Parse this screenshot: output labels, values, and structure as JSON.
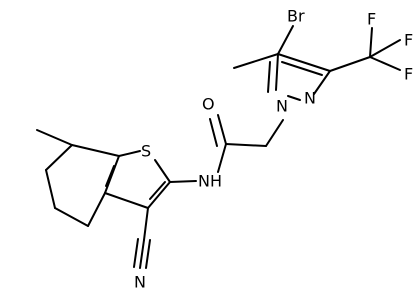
{
  "molecule": {
    "atoms": [
      {
        "id": "br",
        "text": "Br",
        "icon": "bromine-atom-icon"
      },
      {
        "id": "f1",
        "text": "F",
        "icon": "fluorine-atom-icon"
      },
      {
        "id": "f2",
        "text": "F",
        "icon": "fluorine-atom-icon"
      },
      {
        "id": "f3",
        "text": "F",
        "icon": "fluorine-atom-icon"
      },
      {
        "id": "o",
        "text": "O",
        "icon": "oxygen-atom-icon"
      },
      {
        "id": "n1",
        "text": "N",
        "icon": "nitrogen-atom-icon"
      },
      {
        "id": "n2",
        "text": "N",
        "icon": "nitrogen-atom-icon"
      },
      {
        "id": "s",
        "text": "S",
        "icon": "sulfur-atom-icon"
      },
      {
        "id": "nh",
        "text": "NH",
        "icon": "amide-nitrogen-icon"
      },
      {
        "id": "ncn",
        "text": "N",
        "icon": "nitrile-nitrogen-icon"
      }
    ]
  },
  "colors": {
    "bond": "#000000",
    "background": "#ffffff"
  }
}
